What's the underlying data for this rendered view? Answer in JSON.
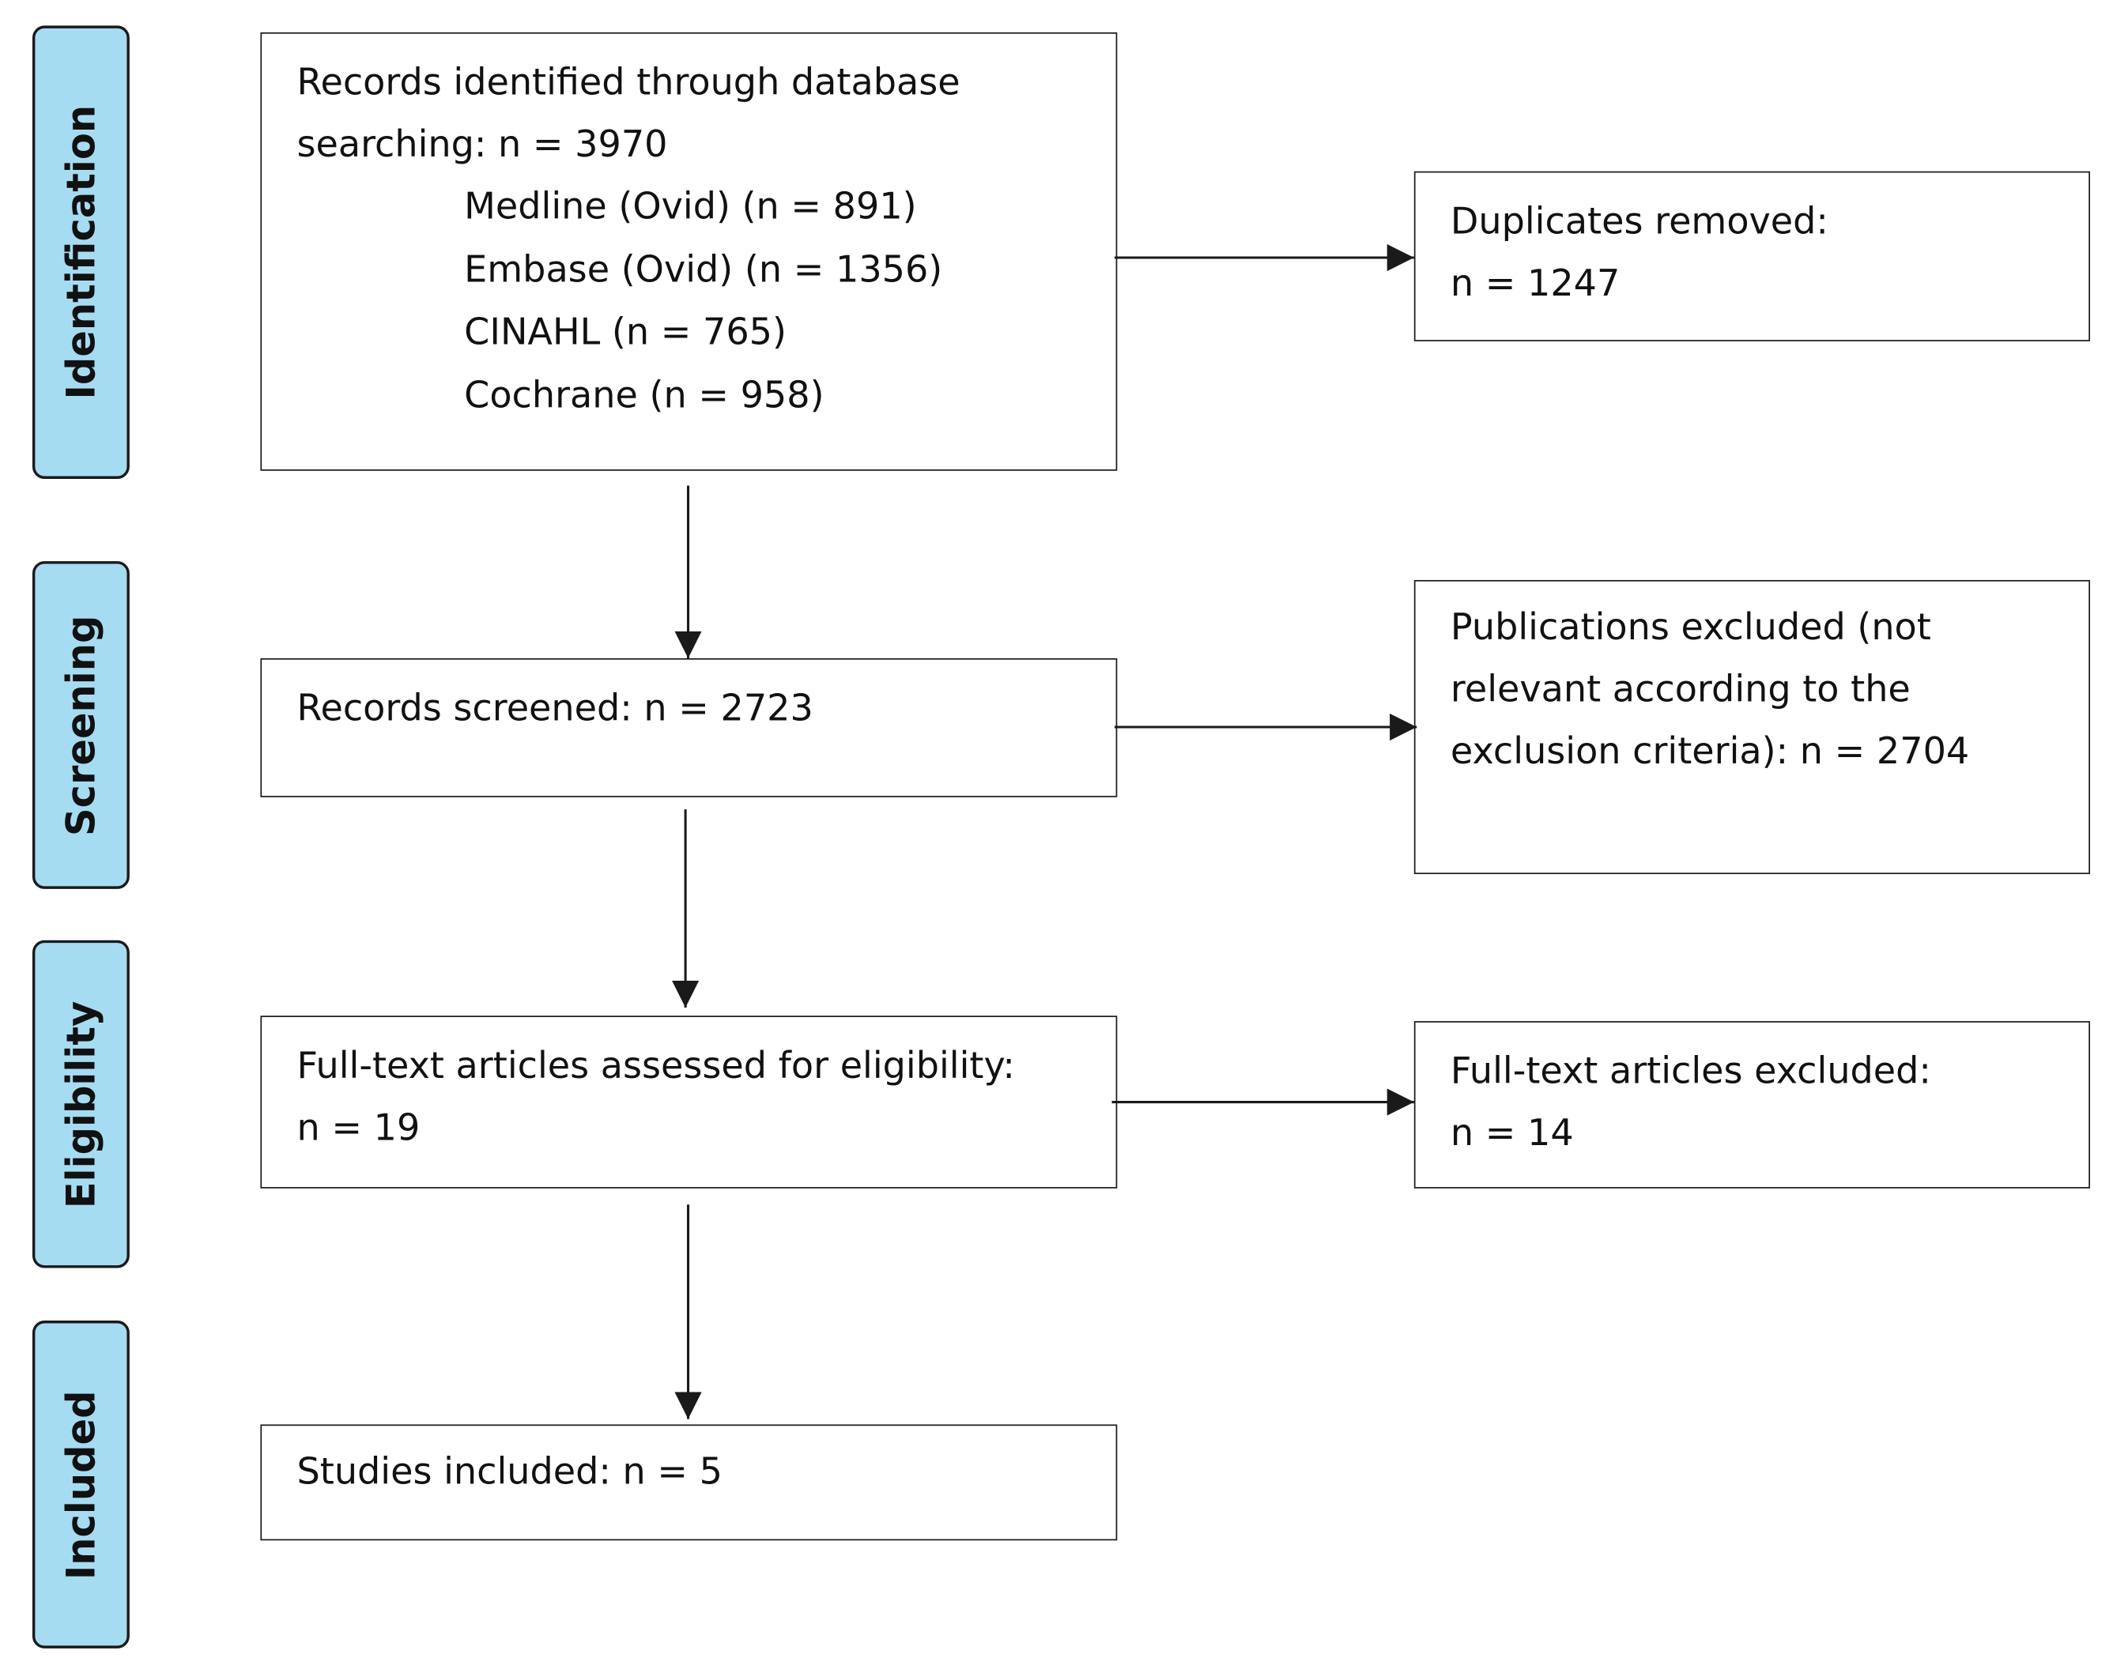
{
  "phases": {
    "identification": "Identification",
    "screening": "Screening",
    "eligibility": "Eligibility",
    "included": "Included"
  },
  "boxes": {
    "identified": {
      "line1": "Records identified through database",
      "line2": "searching: n = 3970",
      "sources": [
        "Medline (Ovid) (n = 891)",
        "Embase (Ovid) (n = 1356)",
        "CINAHL (n = 765)",
        "Cochrane (n = 958)"
      ]
    },
    "duplicates": {
      "line1": "Duplicates removed:",
      "line2": "n = 1247"
    },
    "screened": {
      "line1": "Records screened: n = 2723"
    },
    "excluded_publications": {
      "line1": "Publications excluded (not",
      "line2": "relevant according to the",
      "line3": "exclusion criteria): n = 2704"
    },
    "fulltext_assessed": {
      "line1": "Full-text articles assessed for eligibility:",
      "line2": "n = 19"
    },
    "fulltext_excluded": {
      "line1": "Full-text articles excluded:",
      "line2": "n = 14"
    },
    "included": {
      "line1": "Studies included: n = 5"
    }
  },
  "colors": {
    "phase_fill": "#a6dcf2",
    "line": "#1a1a1a"
  }
}
